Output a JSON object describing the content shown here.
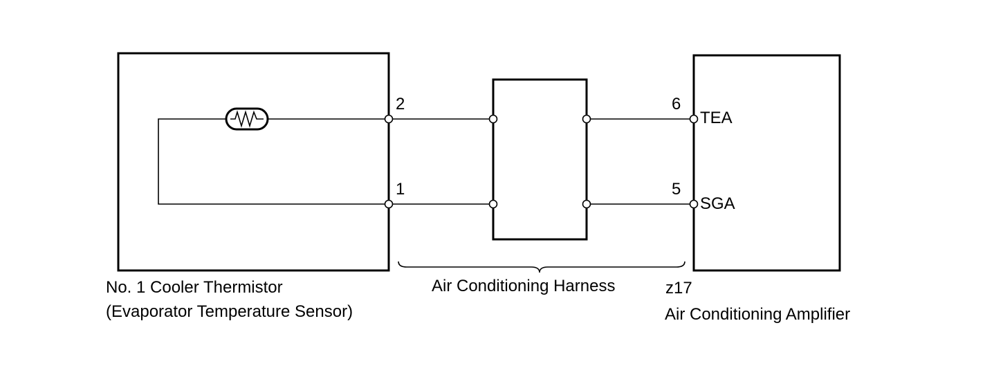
{
  "sensor": {
    "name_line1": "No. 1 Cooler Thermistor",
    "name_line2": "(Evaporator Temperature Sensor)",
    "pin_top": "2",
    "pin_bottom": "1"
  },
  "harness": {
    "name": "Air Conditioning Harness"
  },
  "amplifier": {
    "code": "z17",
    "name": "Air Conditioning Amplifier",
    "pin_top": "6",
    "pin_bottom": "5",
    "signal_top": "TEA",
    "signal_bottom": "SGA"
  }
}
